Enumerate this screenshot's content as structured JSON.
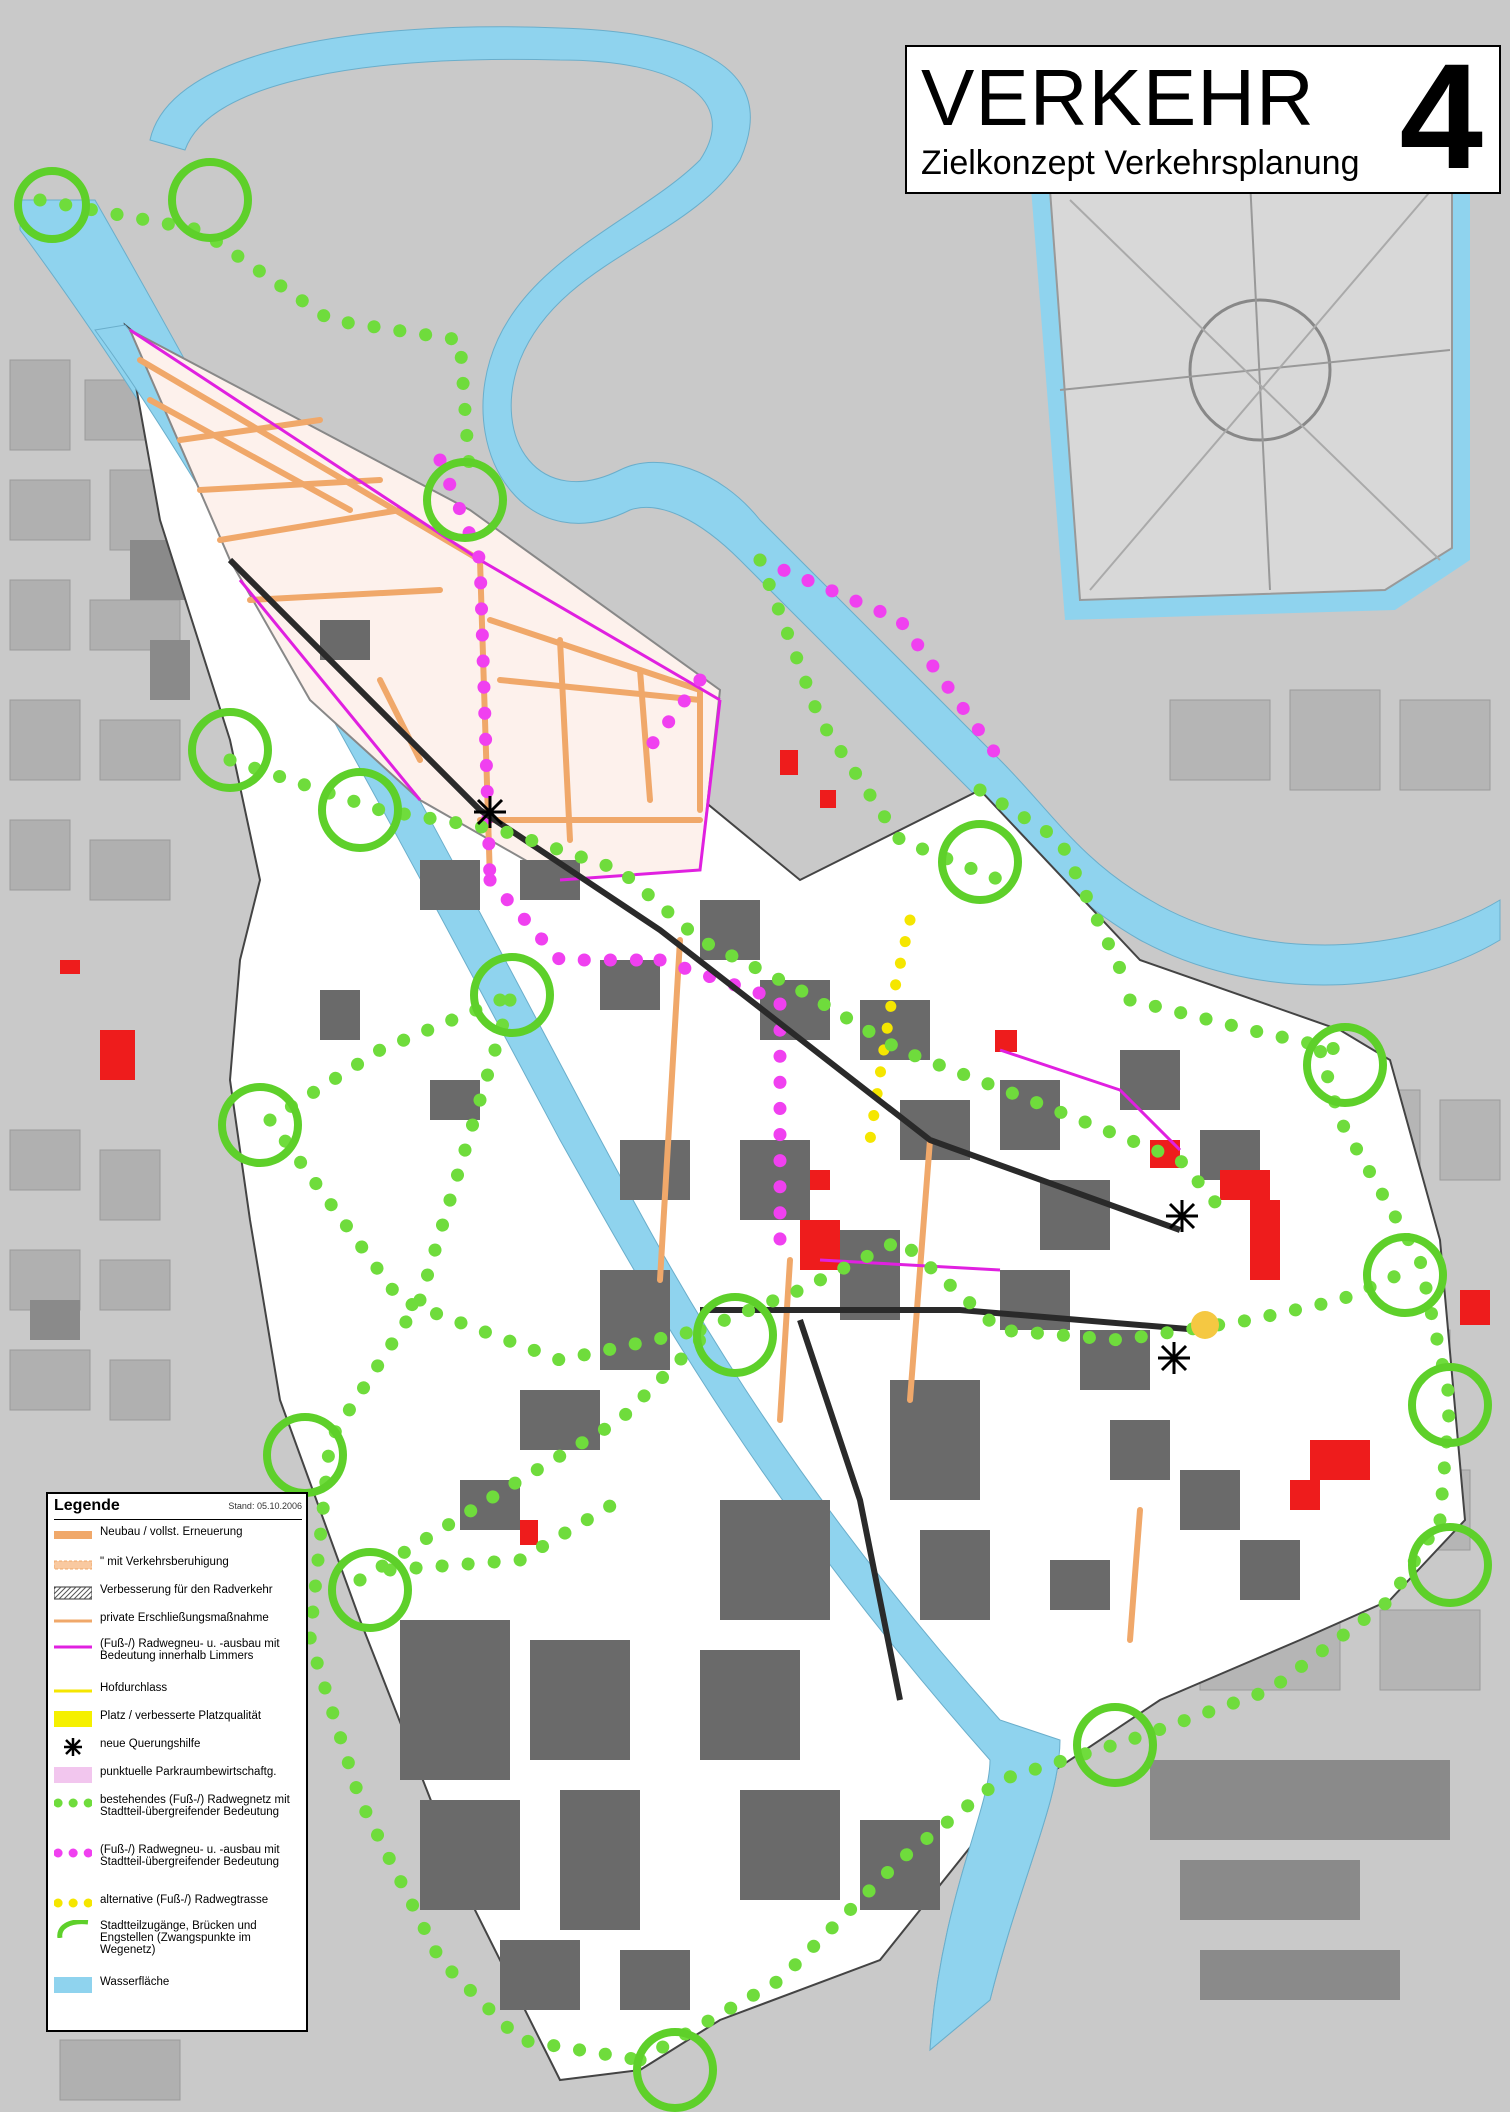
{
  "title": {
    "main": "VERKEHR",
    "subtitle": "Zielkonzept Verkehrsplanung",
    "number": "4"
  },
  "legend": {
    "heading": "Legende",
    "stand": "Stand:  05.10.2006",
    "items": [
      {
        "label": "Neubau / vollst. Erneuerung",
        "symbol": "orange-bar",
        "color": "#f0a86a"
      },
      {
        "label": "\"   mit Verkehrsberuhigung",
        "symbol": "orange-light-bar",
        "color": "#f9c9a0"
      },
      {
        "label": "Verbesserung für den Radverkehr",
        "symbol": "hatched-bar",
        "color": "#555555"
      },
      {
        "label": "private Erschließungsmaßnahme",
        "symbol": "thin-orange-line",
        "color": "#f0a86a"
      },
      {
        "label": "(Fuß-/) Radwegneu- u. -ausbau mit Bedeutung innerhalb Limmers",
        "symbol": "magenta-line",
        "color": "#e020e0"
      },
      {
        "label": "Hofdurchlass",
        "symbol": "yellow-line",
        "color": "#f5e600"
      },
      {
        "label": "Platz / verbesserte Platzqualität",
        "symbol": "yellow-fill",
        "color": "#f5f000"
      },
      {
        "label": "neue Querungshilfe",
        "symbol": "asterisk-icon",
        "color": "#000000"
      },
      {
        "label": "punktuelle Parkraumbewirtschaftg.",
        "symbol": "pink-fill",
        "color": "#f2c6ee"
      },
      {
        "label": "bestehendes (Fuß-/) Radwegnetz mit Stadtteil-übergreifender Bedeutung",
        "symbol": "green-dots",
        "color": "#6fdc3c"
      },
      {
        "label": "(Fuß-/) Radwegneu- u. -ausbau mit Stadtteil-übergreifender Bedeutung",
        "symbol": "magenta-dots",
        "color": "#f040f0"
      },
      {
        "label": "alternative (Fuß-/) Radwegtrasse",
        "symbol": "yellow-dots",
        "color": "#f5e600"
      },
      {
        "label": "Stadtteilzugänge, Brücken und Engstellen (Zwangspunkte im Wegenetz)",
        "symbol": "green-ring-icon",
        "color": "#5ed02a"
      },
      {
        "label": "Wasserfläche",
        "symbol": "water-fill",
        "color": "#8fd3ee"
      }
    ]
  },
  "colors": {
    "water": "#8fd3ee",
    "background": "#c9c9c9",
    "district": "#ffffff",
    "buildings": "#6a6a6a",
    "red_buildings": "#ee1c1c",
    "green_network": "#6fdc3c",
    "magenta_network": "#f040f0",
    "orange_roads": "#f0a86a"
  }
}
